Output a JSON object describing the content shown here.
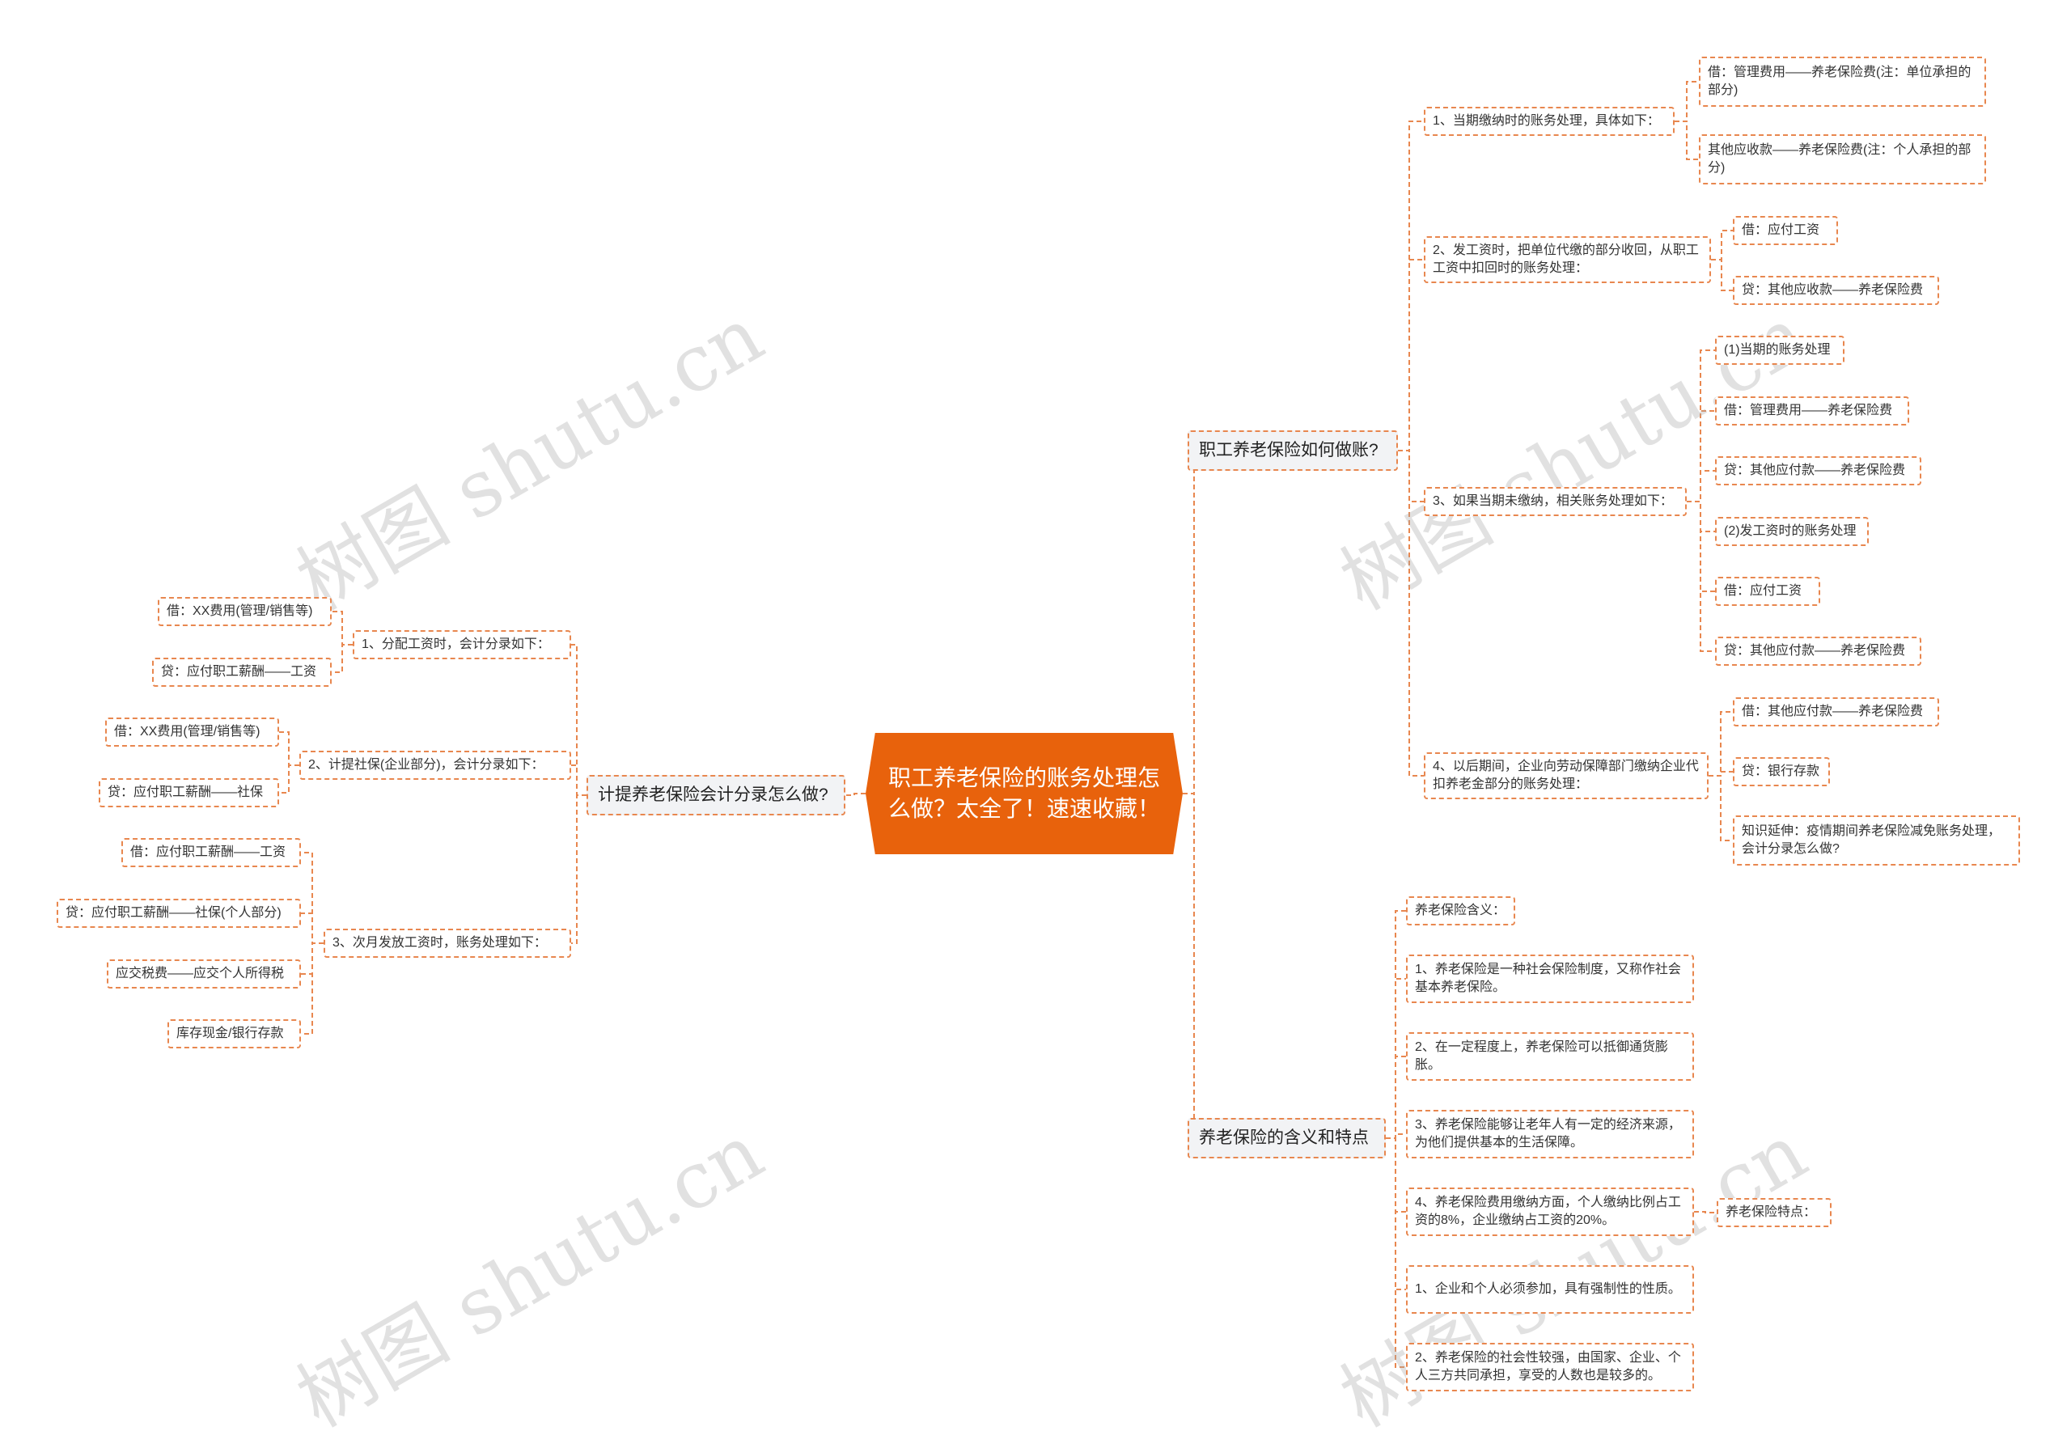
{
  "root": "职工养老保险的账务处理怎么做？太全了！速速收藏！",
  "watermark": "树图 shutu.cn",
  "branches": {
    "left": {
      "label": "计提养老保险会计分录怎么做?",
      "items": [
        {
          "label": "1、分配工资时，会计分录如下：",
          "leaves": [
            "借：XX费用(管理/销售等)",
            "贷：应付职工薪酬——工资"
          ]
        },
        {
          "label": "2、计提社保(企业部分)，会计分录如下：",
          "leaves": [
            "借：XX费用(管理/销售等)",
            "贷：应付职工薪酬——社保"
          ]
        },
        {
          "label": "3、次月发放工资时，账务处理如下：",
          "leaves": [
            "借：应付职工薪酬——工资",
            "贷：应付职工薪酬——社保(个人部分)",
            "应交税费——应交个人所得税",
            "库存现金/银行存款"
          ]
        }
      ]
    },
    "right_top": {
      "label": "职工养老保险如何做账?",
      "items": [
        {
          "label": "1、当期缴纳时的账务处理，具体如下：",
          "leaves": [
            "借：管理费用——养老保险费(注：单位承担的部分)",
            "其他应收款——养老保险费(注：个人承担的部分)"
          ]
        },
        {
          "label": "2、发工资时，把单位代缴的部分收回，从职工工资中扣回时的账务处理：",
          "leaves": [
            "借：应付工资",
            "贷：其他应收款——养老保险费"
          ]
        },
        {
          "label": "3、如果当期未缴纳，相关账务处理如下：",
          "leaves": [
            "(1)当期的账务处理",
            "借：管理费用——养老保险费",
            "贷：其他应付款——养老保险费",
            "(2)发工资时的账务处理",
            "借：应付工资",
            "贷：其他应付款——养老保险费"
          ]
        },
        {
          "label": "4、以后期间，企业向劳动保障部门缴纳企业代扣养老金部分的账务处理：",
          "leaves": [
            "借：其他应付款——养老保险费",
            "贷：银行存款",
            "知识延伸：疫情期间养老保险减免账务处理，会计分录怎么做?"
          ]
        }
      ]
    },
    "right_bottom": {
      "label": "养老保险的含义和特点",
      "items": [
        "养老保险含义：",
        "1、养老保险是一种社会保险制度，又称作社会基本养老保险。",
        "2、在一定程度上，养老保险可以抵御通货膨胀。",
        "3、养老保险能够让老年人有一定的经济来源，为他们提供基本的生活保障。",
        "4、养老保险费用缴纳方面，个人缴纳比例占工资的8%，企业缴纳占工资的20%。",
        "1、企业和个人必须参加，具有强制性的性质。",
        "2、养老保险的社会性较强，由国家、企业、个人三方共同承担，享受的人数也是较多的。"
      ],
      "side_label": "养老保险特点："
    }
  },
  "colors": {
    "accent": "#e8620c",
    "line": "#e8874f",
    "branch_bg": "#f2f3f5"
  }
}
